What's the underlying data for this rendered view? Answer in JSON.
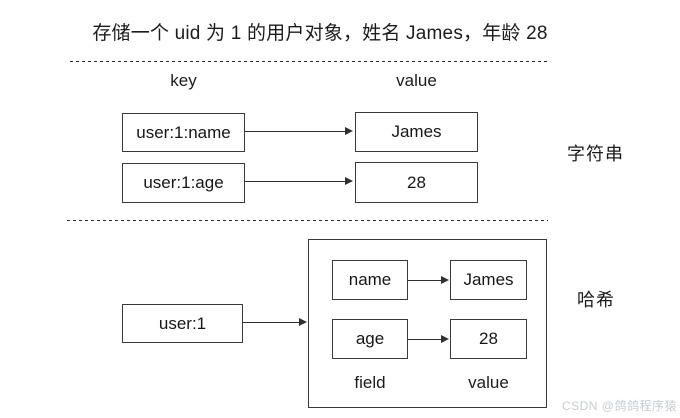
{
  "title": "存储一个 uid 为 1 的用户对象，姓名 James，年龄 28",
  "string_section": {
    "key_header": "key",
    "value_header": "value",
    "rows": [
      {
        "key": "user:1:name",
        "value": "James"
      },
      {
        "key": "user:1:age",
        "value": "28"
      }
    ],
    "label": "字符串"
  },
  "hash_section": {
    "key": "user:1",
    "rows": [
      {
        "field": "name",
        "value": "James"
      },
      {
        "field": "age",
        "value": "28"
      }
    ],
    "field_header": "field",
    "value_header": "value",
    "label": "哈希"
  },
  "watermark": "CSDN @鸽鸽程序猿",
  "colors": {
    "background": "#ffffff",
    "text": "#1c1c1c",
    "border": "#3a3a3a",
    "watermark": "#c7cbce"
  }
}
